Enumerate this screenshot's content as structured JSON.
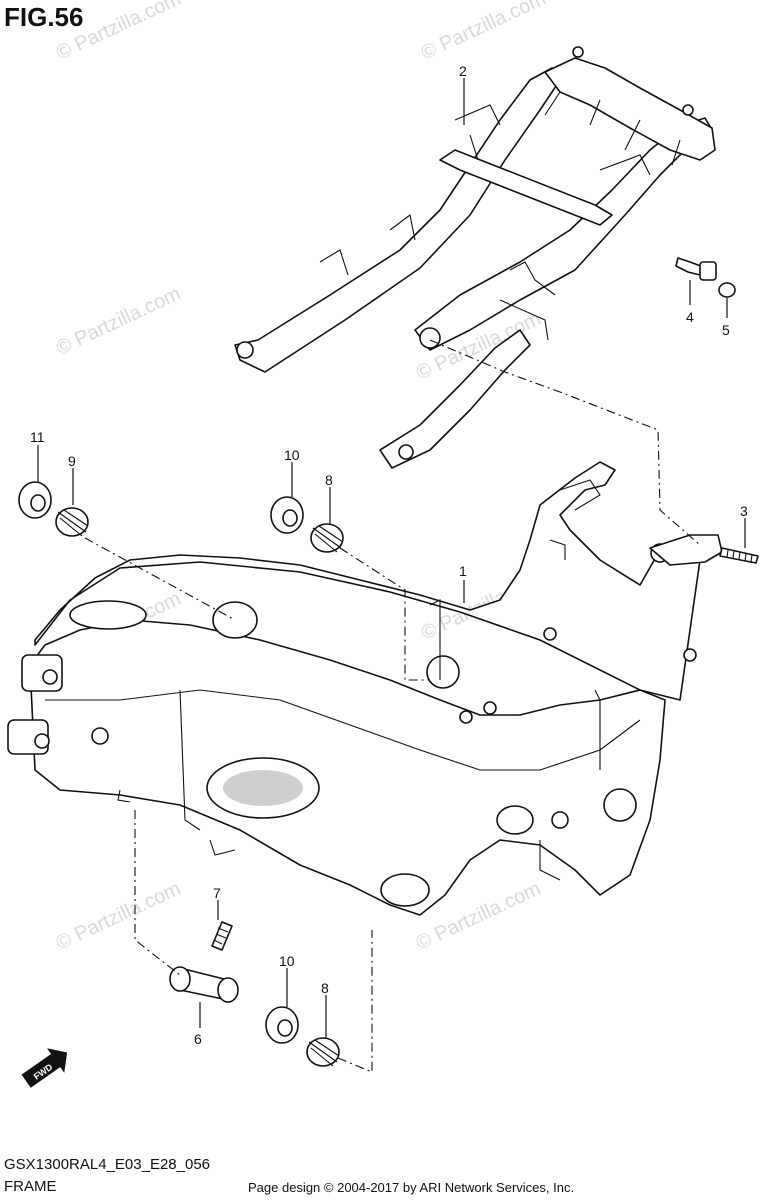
{
  "figure": {
    "title": "FIG.56"
  },
  "watermark": {
    "text": "© Partzilla.com"
  },
  "callouts": [
    "1",
    "2",
    "3",
    "4",
    "5",
    "6",
    "7",
    "8",
    "8",
    "9",
    "10",
    "10",
    "11"
  ],
  "fwd_label": "FWD",
  "footer": {
    "model_code": "GSX1300RAL4_E03_E28_056",
    "section": "FRAME",
    "copyright": "Page design © 2004-2017 by ARI Network Services, Inc."
  }
}
